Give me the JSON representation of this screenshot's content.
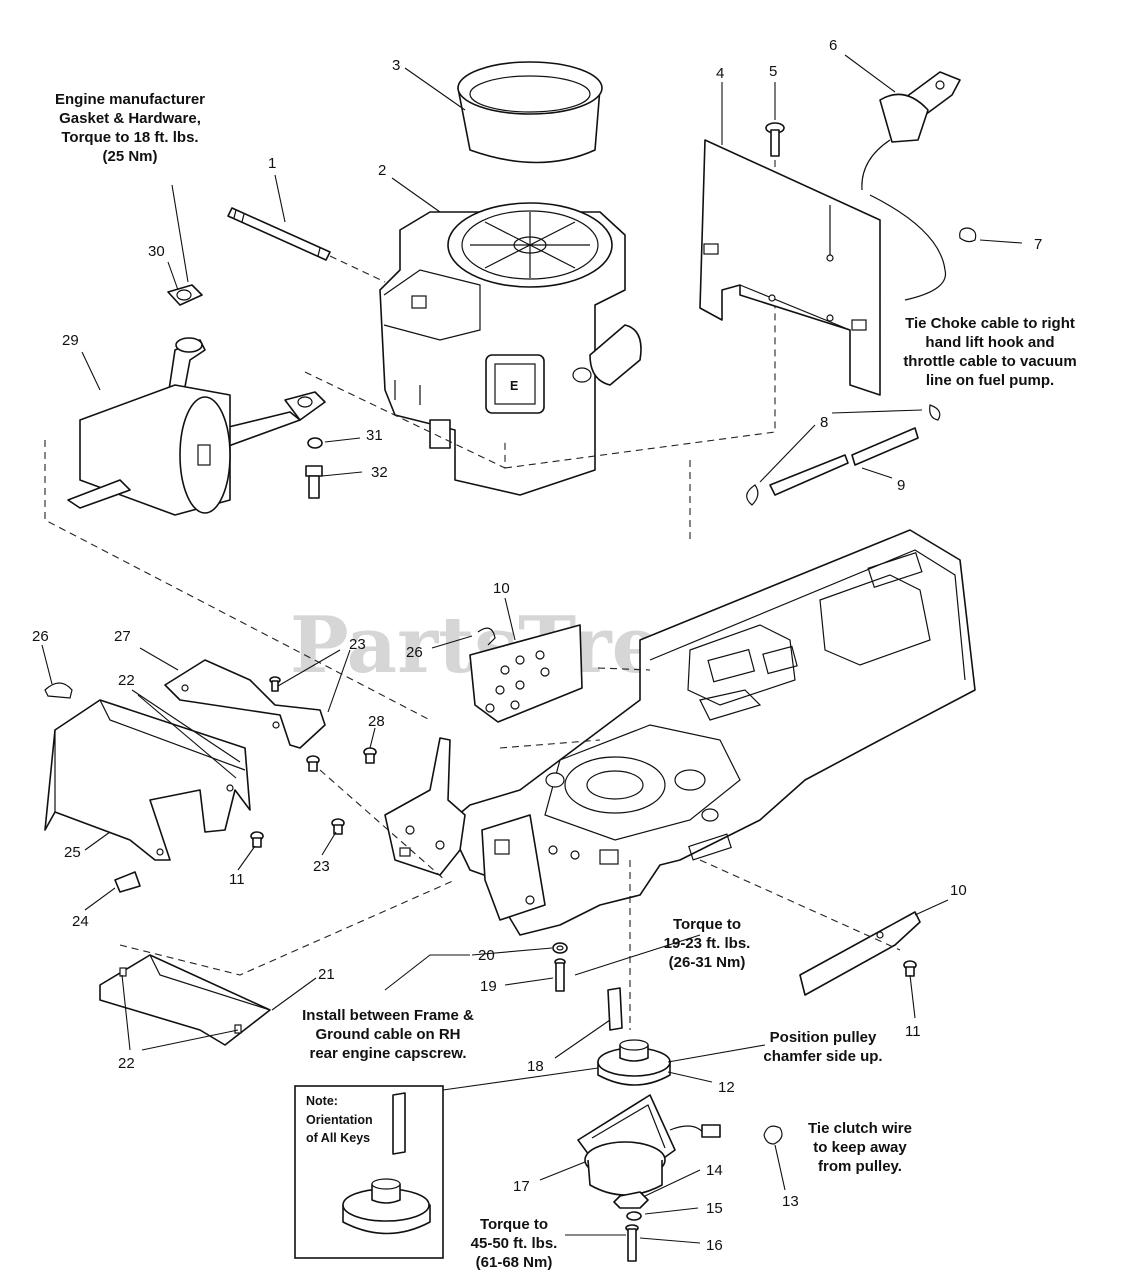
{
  "watermark": "PartsTree",
  "callouts": {
    "c1": "1",
    "c2": "2",
    "c3": "3",
    "c4": "4",
    "c5": "5",
    "c6": "6",
    "c7": "7",
    "c8": "8",
    "c9": "9",
    "c10a": "10",
    "c10b": "10",
    "c11a": "11",
    "c11b": "11",
    "c12": "12",
    "c13": "13",
    "c14": "14",
    "c15": "15",
    "c16": "16",
    "c17": "17",
    "c18": "18",
    "c19": "19",
    "c20": "20",
    "c21": "21",
    "c22a": "22",
    "c22b": "22",
    "c23a": "23",
    "c23b": "23",
    "c24": "24",
    "c25": "25",
    "c26a": "26",
    "c26b": "26",
    "c27": "27",
    "c28": "28",
    "c29": "29",
    "c30": "30",
    "c31": "31",
    "c32": "32"
  },
  "notes": {
    "gasket": [
      "Engine manufacturer",
      "Gasket & Hardware,",
      "Torque to 18 ft. lbs.",
      "(25 Nm)"
    ],
    "choke": [
      "Tie Choke cable to right",
      "hand lift hook and",
      "throttle cable to vacuum",
      "line on fuel pump."
    ],
    "torque_bolt": [
      "Torque to",
      "19-23 ft. lbs.",
      "(26-31 Nm)"
    ],
    "ground": [
      "Install between Frame &",
      "Ground cable on RH",
      "rear engine capscrew."
    ],
    "pulley": [
      "Position pulley",
      "chamfer side up."
    ],
    "clutch_wire": [
      "Tie clutch wire",
      "to keep away",
      "from pulley."
    ],
    "torque_clutch": [
      "Torque to",
      "45-50 ft. lbs.",
      "(61-68 Nm)"
    ],
    "keys_box": [
      "Note:",
      "Orientation",
      "of All Keys"
    ]
  }
}
